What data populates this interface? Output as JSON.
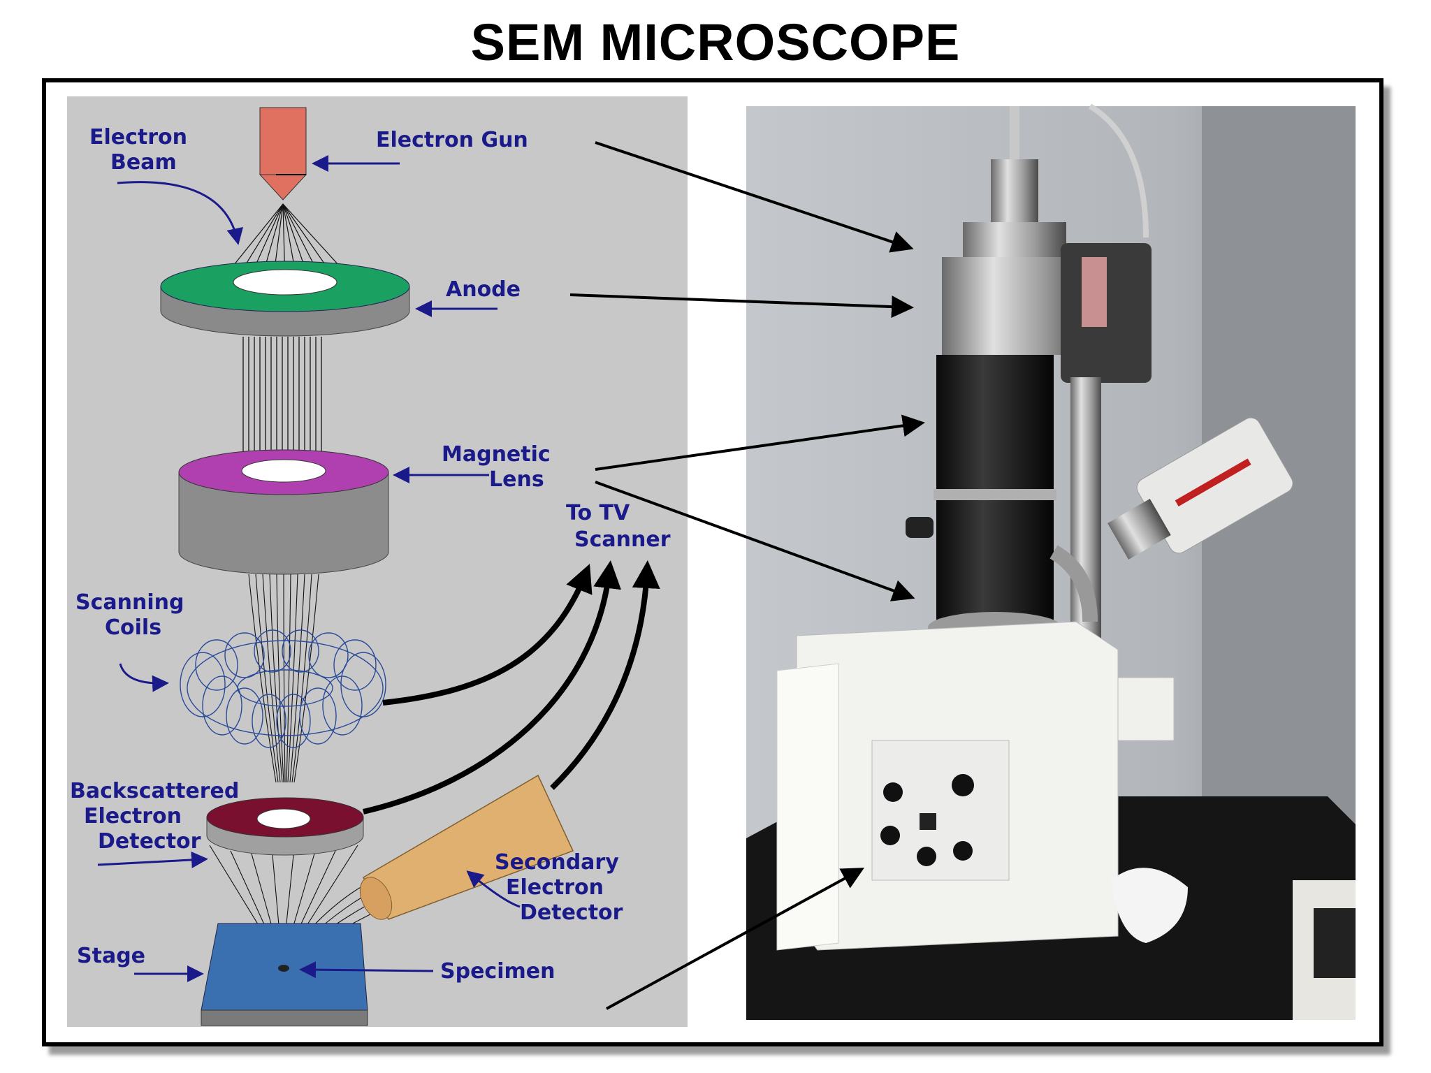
{
  "title": "SEM MICROSCOPE",
  "labels": {
    "electron_beam": [
      "Electron",
      "Beam"
    ],
    "electron_gun": "Electron Gun",
    "anode": "Anode",
    "magnetic_lens": [
      "Magnetic",
      "Lens"
    ],
    "to_tv_scanner": [
      "To TV",
      "Scanner"
    ],
    "scanning_coils": [
      "Scanning",
      "Coils"
    ],
    "backscattered_detector": [
      "Backscattered",
      "Electron",
      "Detector"
    ],
    "secondary_detector": [
      "Secondary",
      "Electron",
      "Detector"
    ],
    "stage": "Stage",
    "specimen": "Specimen"
  },
  "colors": {
    "label": "#1a1a8a",
    "gun": "#e07060",
    "anode_top": "#1aa060",
    "lens_top": "#b040b0",
    "detector_top": "#7a1030",
    "secondary_detector": "#e0b070",
    "stage": "#3a70b0",
    "diagram_bg": "#c8c8c8",
    "photo_wall": "#b8bcc0"
  }
}
